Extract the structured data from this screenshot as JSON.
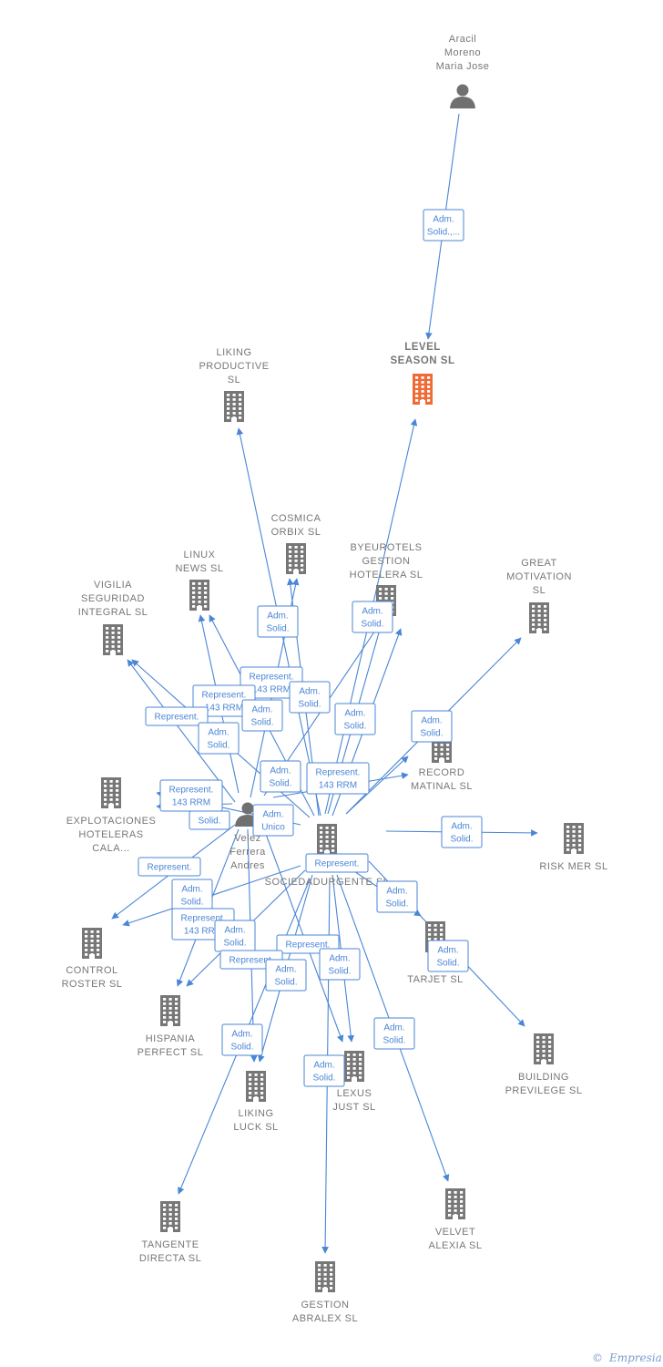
{
  "colors": {
    "edge": "#4a86d6",
    "building": "#777777",
    "highlight": "#f06a35",
    "person": "#707070"
  },
  "nodes": [
    {
      "id": "aracil",
      "type": "person",
      "lines": [
        "Aracil",
        "Moreno",
        "Maria Jose"
      ]
    },
    {
      "id": "level",
      "type": "company",
      "highlight": true,
      "lines": [
        "LEVEL",
        "SEASON  SL"
      ]
    },
    {
      "id": "liking_prod",
      "type": "company",
      "lines": [
        "LIKING",
        "PRODUCTIVE",
        "SL"
      ]
    },
    {
      "id": "cosmica",
      "type": "company",
      "lines": [
        "COSMICA",
        "ORBIX  SL"
      ]
    },
    {
      "id": "linux",
      "type": "company",
      "lines": [
        "LINUX",
        "NEWS  SL"
      ]
    },
    {
      "id": "byeurotels",
      "type": "company",
      "lines": [
        "BYEUROTELS",
        "GESTION",
        "HOTELERA  SL"
      ]
    },
    {
      "id": "great",
      "type": "company",
      "lines": [
        "GREAT",
        "MOTIVATION",
        "SL"
      ]
    },
    {
      "id": "vigilia",
      "type": "company",
      "lines": [
        "VIGILIA",
        "SEGURIDAD",
        "INTEGRAL  SL"
      ]
    },
    {
      "id": "record",
      "type": "company",
      "lines": [
        "RECORD",
        "MATINAL  SL"
      ]
    },
    {
      "id": "explotaciones",
      "type": "company",
      "lines": [
        "EXPLOTACIONES",
        "HOTELERAS",
        "CALA..."
      ]
    },
    {
      "id": "velez",
      "type": "person",
      "lines": [
        "Velez",
        "Ferrera",
        "Andres"
      ]
    },
    {
      "id": "sociedad",
      "type": "company",
      "lines": [
        "SOCIEDADURGENTE  SL"
      ]
    },
    {
      "id": "riskmer",
      "type": "company",
      "lines": [
        "RISK MER  SL"
      ]
    },
    {
      "id": "control",
      "type": "company",
      "lines": [
        "CONTROL",
        "ROSTER  SL"
      ]
    },
    {
      "id": "nu",
      "type": "company",
      "lines": [
        "NU",
        "TARJET  SL"
      ]
    },
    {
      "id": "hispania",
      "type": "company",
      "lines": [
        "HISPANIA",
        "PERFECT  SL"
      ]
    },
    {
      "id": "building",
      "type": "company",
      "lines": [
        "BUILDING",
        "PREVILEGE  SL"
      ]
    },
    {
      "id": "lexus",
      "type": "company",
      "lines": [
        "LEXUS",
        "JUST  SL"
      ]
    },
    {
      "id": "liking_luck",
      "type": "company",
      "lines": [
        "LIKING",
        "LUCK  SL"
      ]
    },
    {
      "id": "tangente",
      "type": "company",
      "lines": [
        "TANGENTE",
        "DIRECTA  SL"
      ]
    },
    {
      "id": "velvet",
      "type": "company",
      "lines": [
        "VELVET",
        "ALEXIA  SL"
      ]
    },
    {
      "id": "gestion",
      "type": "company",
      "lines": [
        "GESTION",
        "ABRALEX  SL"
      ]
    }
  ],
  "edge_labels": [
    [
      "Adm.",
      "Solid.,..."
    ],
    [
      "Adm.",
      "Solid."
    ],
    [
      "Adm.",
      "Solid."
    ],
    [
      "Represent.",
      "143 RRM"
    ],
    [
      "Adm.",
      "Solid."
    ],
    [
      "Represent.",
      "143 RRM"
    ],
    [
      "Represent."
    ],
    [
      "Adm.",
      "Solid."
    ],
    [
      "Adm.",
      "Solid."
    ],
    [
      "Adm.",
      "Solid."
    ],
    [
      "Adm.",
      "Solid."
    ],
    [
      "Represent.",
      "143 RRM"
    ],
    [
      "Adm.",
      "Solid."
    ],
    [
      "Represent.",
      "143 RRM"
    ],
    [
      "Solid."
    ],
    [
      "Adm.",
      "Unico"
    ],
    [
      "Adm.",
      "Solid."
    ],
    [
      "Represent."
    ],
    [
      "Represent."
    ],
    [
      "Adm.",
      "Solid."
    ],
    [
      "Adm.",
      "Solid."
    ],
    [
      "Represent.",
      "143 RRM"
    ],
    [
      "Adm.",
      "Solid."
    ],
    [
      "Represent."
    ],
    [
      "Represent."
    ],
    [
      "Adm.",
      "Solid."
    ],
    [
      "Adm.",
      "Solid."
    ],
    [
      "Adm.",
      "Solid."
    ],
    [
      "Adm.",
      "Solid."
    ],
    [
      "Adm.",
      "Solid."
    ],
    [
      "Adm.",
      "Solid."
    ],
    [
      "Adm.",
      "Solid."
    ]
  ],
  "footer": {
    "copyright": "©",
    "brand": "Empresia"
  }
}
